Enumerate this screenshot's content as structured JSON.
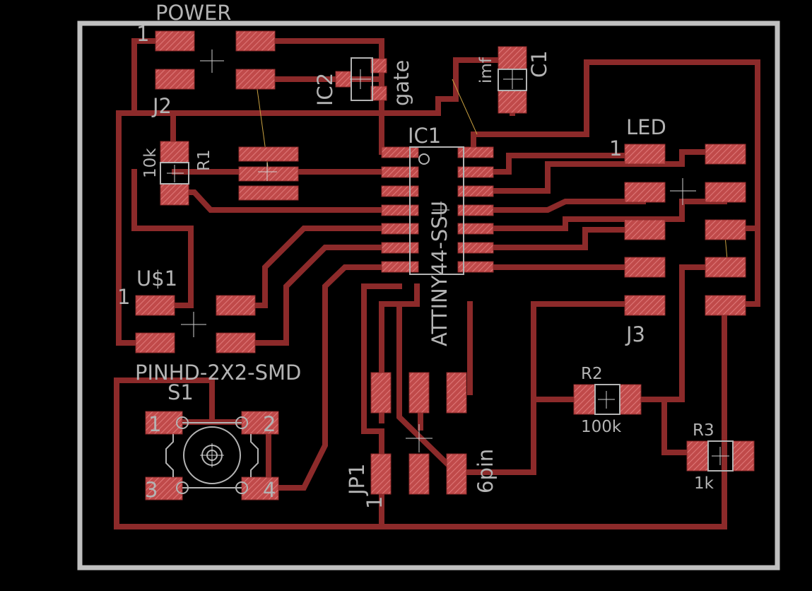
{
  "board": {
    "outline_color": "#c0c0c0",
    "trace_color": "#8c2a2a",
    "pad_color": "#c04a4a",
    "silk_color": "#b3b3b3"
  },
  "labels": {
    "power": "POWER",
    "power_pin1": "1",
    "j2": "J2",
    "ic2": "IC2",
    "gate": "gate",
    "imf": "imf",
    "c1": "C1",
    "ic1": "IC1",
    "attiny": "ATTINY44-SSU",
    "led": "LED",
    "led_pin1": "1",
    "r1": "R1",
    "r1_value": "10k",
    "us1": "U$1",
    "us1_pin1": "1",
    "pinhd": "PINHD-2X2-SMD",
    "s1": "S1",
    "s1_pin1": "1",
    "s1_pin2": "2",
    "s1_pin3": "3",
    "s1_pin4": "4",
    "j3": "J3",
    "r2": "R2",
    "r2_value": "100k",
    "r3": "R3",
    "r3_value": "1k",
    "jp1": "JP1",
    "jp1_pin1": "1",
    "sixpin": "6pin"
  }
}
